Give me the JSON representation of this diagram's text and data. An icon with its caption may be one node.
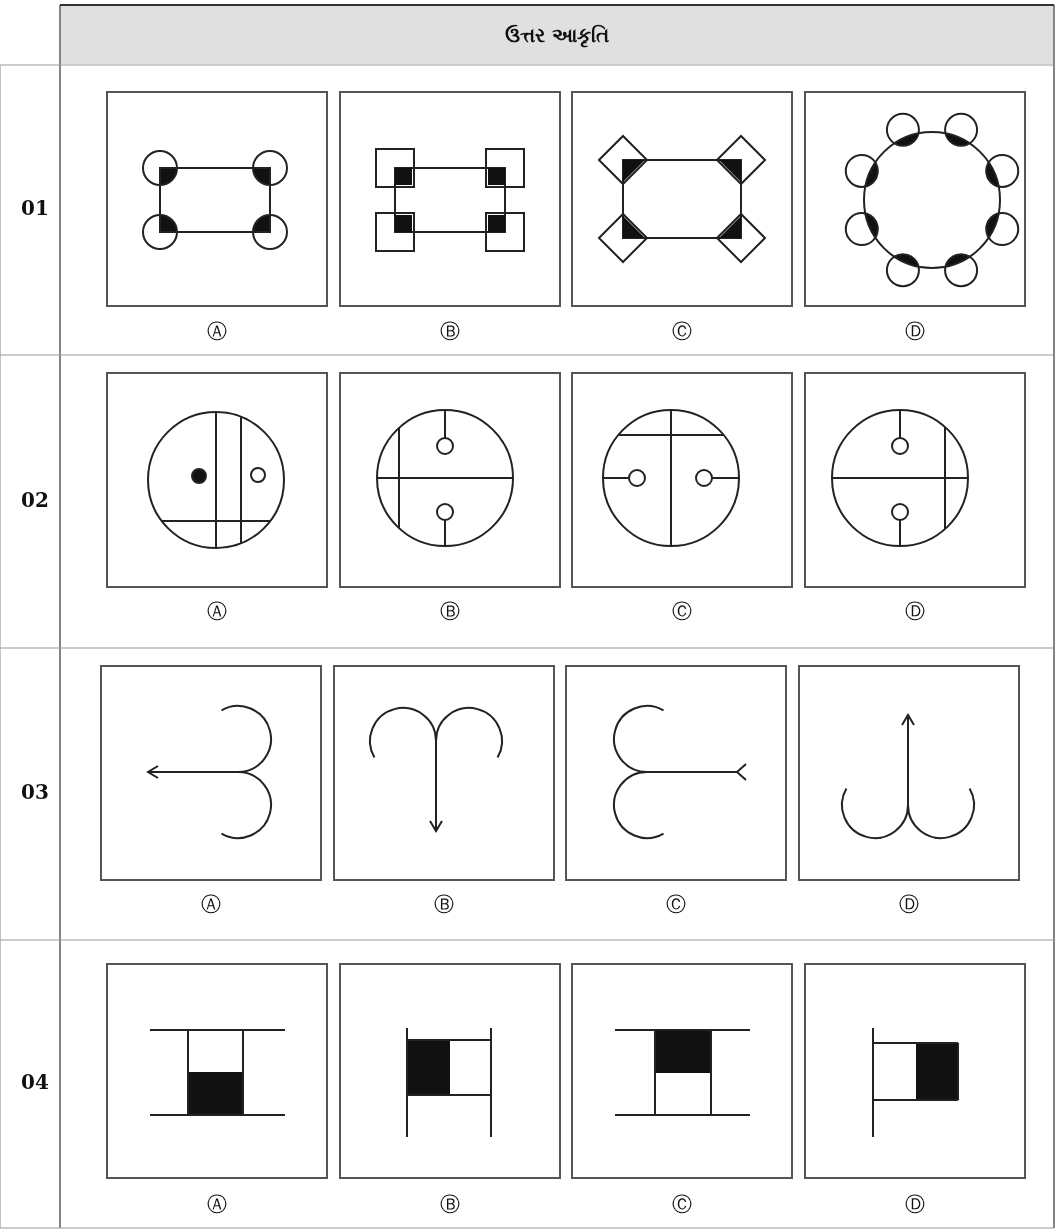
{
  "diagram": {
    "labels": [
      "ઉત્તર આકૃતિ",
      "01",
      "Ⓐ",
      "Ⓑ",
      "Ⓒ",
      "Ⓓ",
      "02",
      "Ⓐ",
      "Ⓑ",
      "Ⓒ",
      "Ⓓ",
      "03",
      "Ⓐ",
      "Ⓑ",
      "Ⓒ",
      "Ⓓ",
      "04",
      "Ⓐ",
      "Ⓑ",
      "Ⓒ",
      "Ⓓ"
    ]
  }
}
